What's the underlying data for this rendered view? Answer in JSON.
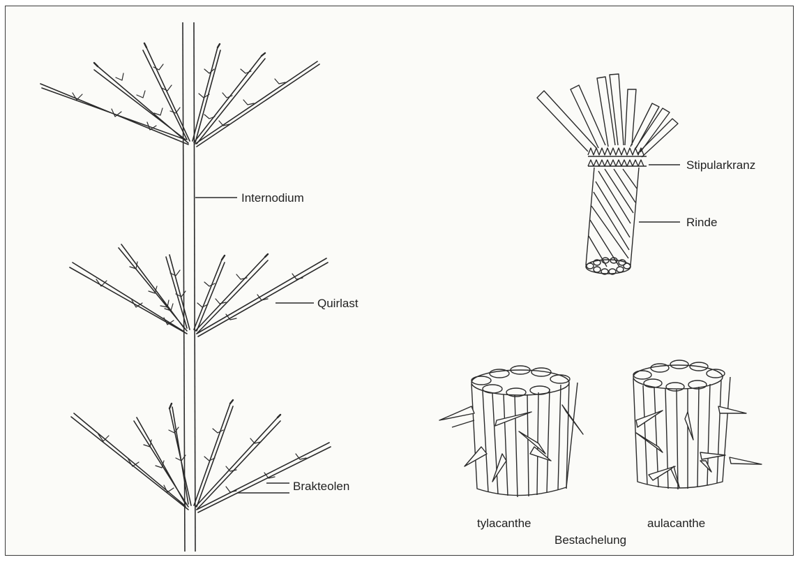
{
  "labels": {
    "internodium": "Internodium",
    "quirlast": "Quirlast",
    "brakteolen": "Brakteolen",
    "stipularkranz": "Stipularkranz",
    "rinde": "Rinde",
    "tylacanthe": "tylacanthe",
    "aulacanthe": "aulacanthe",
    "bestachelung": "Bestachelung"
  },
  "colors": {
    "line": "#2a2a2a",
    "background": "#fbfbf8",
    "border": "#3a3a3a"
  }
}
